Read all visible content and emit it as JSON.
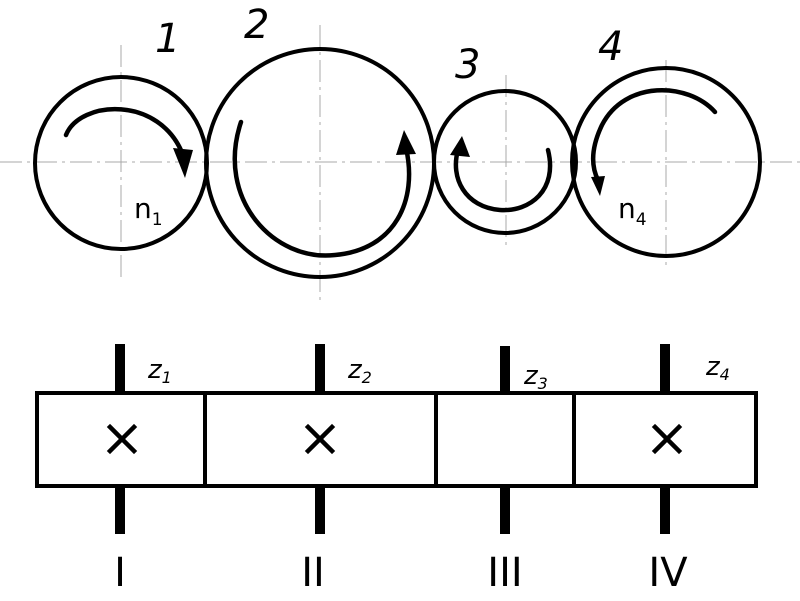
{
  "gears": [
    {
      "number": "1",
      "speed": "n",
      "speed_sub": "1"
    },
    {
      "number": "2"
    },
    {
      "number": "3"
    },
    {
      "number": "4",
      "speed": "n",
      "speed_sub": "4"
    }
  ],
  "blocks": [
    {
      "z": "z",
      "z_sub": "1",
      "crossed": true,
      "shaft": "I"
    },
    {
      "z": "z",
      "z_sub": "2",
      "crossed": true,
      "shaft": "II"
    },
    {
      "z": "z",
      "z_sub": "3",
      "crossed": false,
      "shaft": "III"
    },
    {
      "z": "z",
      "z_sub": "4",
      "crossed": true,
      "shaft": "IV"
    }
  ],
  "colors": {
    "line": "#000000",
    "axis": "#a8a8a8",
    "background": "#ffffff"
  }
}
